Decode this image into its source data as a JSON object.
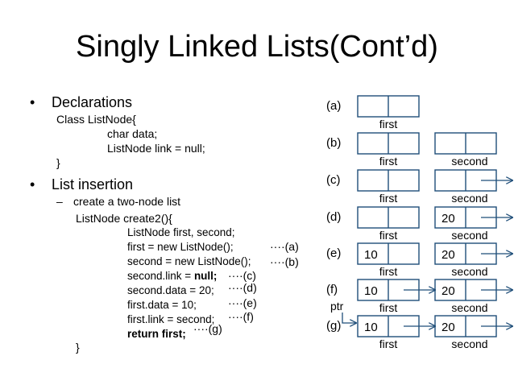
{
  "title": "Singly Linked Lists(Cont’d)",
  "bullets": {
    "marker": "•",
    "declarations": "Declarations",
    "list_insertion": "List insertion",
    "dash": "–",
    "sub_item": "create a two-node list"
  },
  "declaration_code": [
    "Class ListNode{",
    "char data;",
    "ListNode link = null;",
    "}"
  ],
  "create2_code": {
    "open": "ListNode create2(){",
    "line1": "ListNode first, second;",
    "line2": "first = new ListNode();",
    "line3": "second = new ListNode();",
    "line4a": "second.link = ",
    "line4b": "null;",
    "line5": "second.data = 20;",
    "line6": "first.data = 10;",
    "line7": "first.link = second;",
    "line8": "return first;",
    "close": "}"
  },
  "step_markers": {
    "a": "····(a)",
    "b": "····(b)",
    "c": "····(c)",
    "d": "····(d)",
    "e": "····(e)",
    "f": "····(f)",
    "g": "····(g)"
  },
  "diagram": {
    "rows": [
      {
        "label": "(a)",
        "first_value": "",
        "first_caption": "first"
      },
      {
        "label": "(b)",
        "first_value": "",
        "first_caption": "first",
        "second_value": "",
        "second_caption": "second"
      },
      {
        "label": "(c)",
        "first_value": "",
        "first_caption": "first",
        "second_value": "",
        "second_caption": "second"
      },
      {
        "label": "(d)",
        "first_value": "",
        "first_caption": "first",
        "second_value": "20",
        "second_caption": "second"
      },
      {
        "label": "(e)",
        "first_value": "10",
        "first_caption": "first",
        "second_value": "20",
        "second_caption": "second"
      },
      {
        "label": "(f)",
        "first_value": "10",
        "first_caption": "first",
        "second_value": "20",
        "second_caption": "second"
      },
      {
        "label": "(g)",
        "first_value": "10",
        "first_caption": "first",
        "second_value": "20",
        "second_caption": "second"
      }
    ],
    "ptr_label": "ptr"
  },
  "colors": {
    "line": "#1f4e79",
    "text": "#000000",
    "background": "#ffffff"
  }
}
